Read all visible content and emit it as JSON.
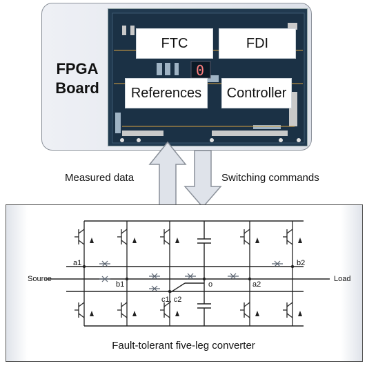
{
  "fpga": {
    "label_line1": "FPGA",
    "label_line2": "Board"
  },
  "board_blocks": {
    "ftc": "FTC",
    "fdi": "FDI",
    "references": "References",
    "controller": "Controller",
    "display": "0"
  },
  "arrows": {
    "up_label": "Measured data",
    "down_label": "Switching commands"
  },
  "converter": {
    "title": "Fault-tolerant five-leg converter",
    "source": "Source",
    "load": "Load",
    "nodes": {
      "a1": "a1",
      "b1": "b1",
      "c1c2": "c1, c2",
      "o": "o",
      "a2": "a2",
      "b2": "b2"
    }
  },
  "colors": {
    "box_border": "#8a9099",
    "board_pcb": "#1e3447",
    "arrow_fill": "#dfe3ea",
    "circuit_line": "#222222",
    "thyristor_line": "#5a6470"
  }
}
